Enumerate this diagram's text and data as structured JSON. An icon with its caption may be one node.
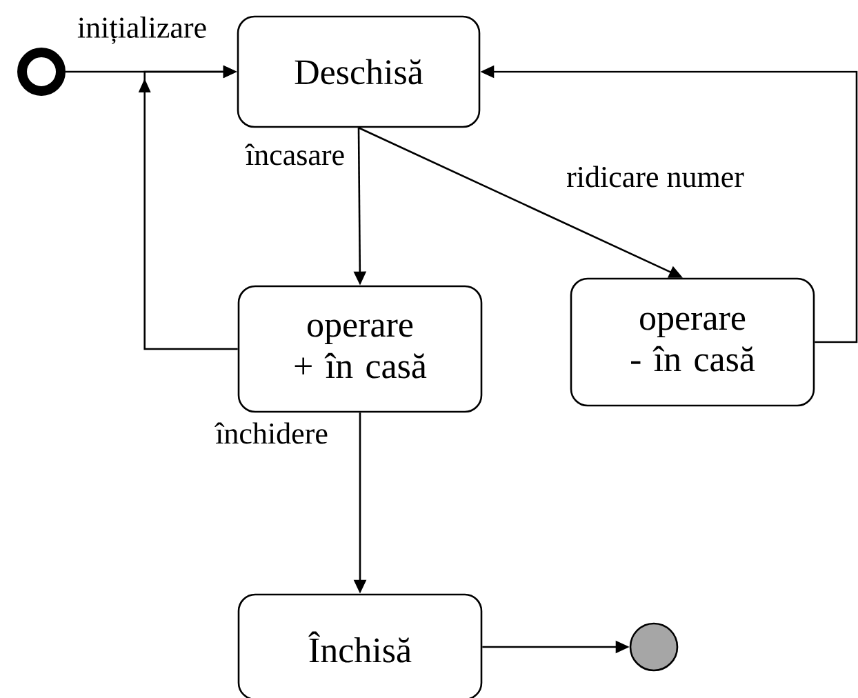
{
  "diagram": {
    "nodes": [
      {
        "text": [],
        "shape": "circle"
      },
      {
        "text": [
          "Deschisă"
        ]
      },
      {
        "text": [
          "operare + în casă"
        ]
      },
      {
        "text": [
          "operare - în casă"
        ]
      },
      {
        "text": [
          "Închisă"
        ]
      },
      {
        "text": [],
        "shape": "circle"
      }
    ],
    "edges": [
      {
        "from": 0,
        "to": 1,
        "arrow": "to",
        "label": "inițializare"
      },
      {
        "from": 1,
        "to": 2,
        "arrow": "to",
        "label": "încasare"
      },
      {
        "from": 1,
        "to": 3,
        "arrow": "to",
        "label": "ridicare numer"
      },
      {
        "from": 2,
        "to": 1,
        "arrow": "to"
      },
      {
        "from": 3,
        "to": 1,
        "arrow": "to"
      },
      {
        "from": 2,
        "to": 4,
        "arrow": "to",
        "label": "închidere"
      },
      {
        "from": 4,
        "to": 5,
        "arrow": "to"
      }
    ]
  }
}
